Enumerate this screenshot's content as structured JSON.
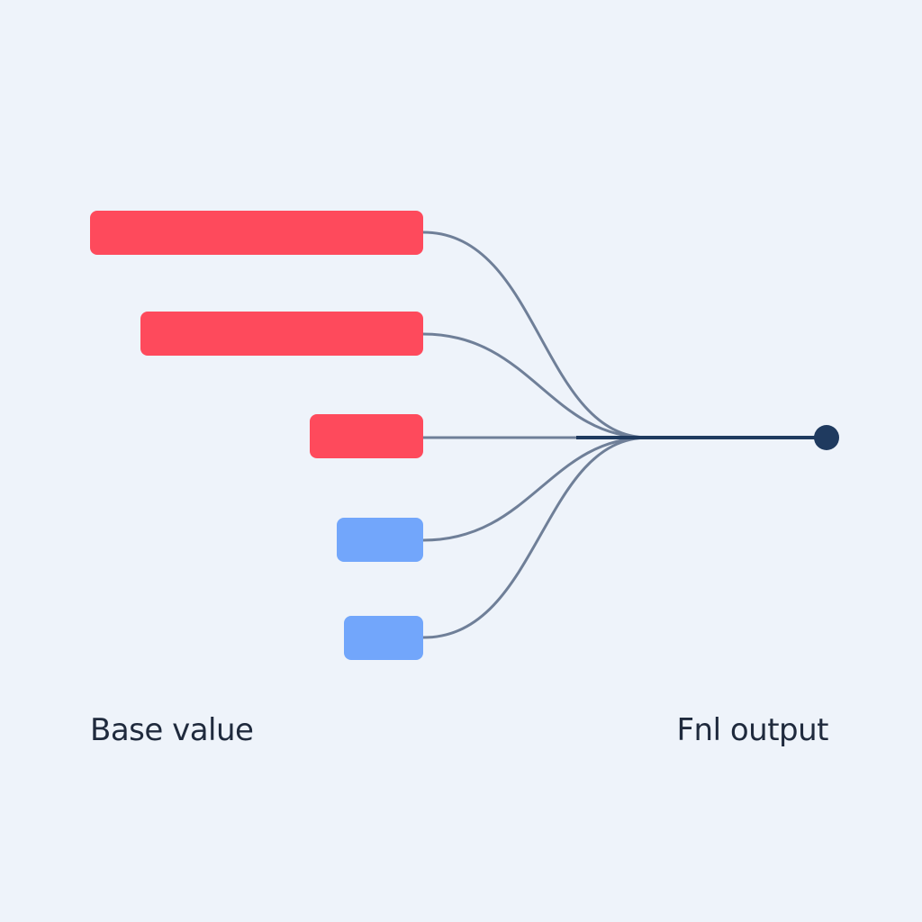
{
  "labels": {
    "base": "Base value",
    "output": "Fnl output"
  },
  "colors": {
    "background": "#eef3fa",
    "positive": "#fe4a5c",
    "negative": "#72a6fb",
    "connector": "#6f7f98",
    "trunk": "#1f3a5f",
    "text": "#1f2a3d"
  },
  "contributions": [
    {
      "sign": "positive"
    },
    {
      "sign": "positive"
    },
    {
      "sign": "positive"
    },
    {
      "sign": "negative"
    },
    {
      "sign": "negative"
    }
  ]
}
